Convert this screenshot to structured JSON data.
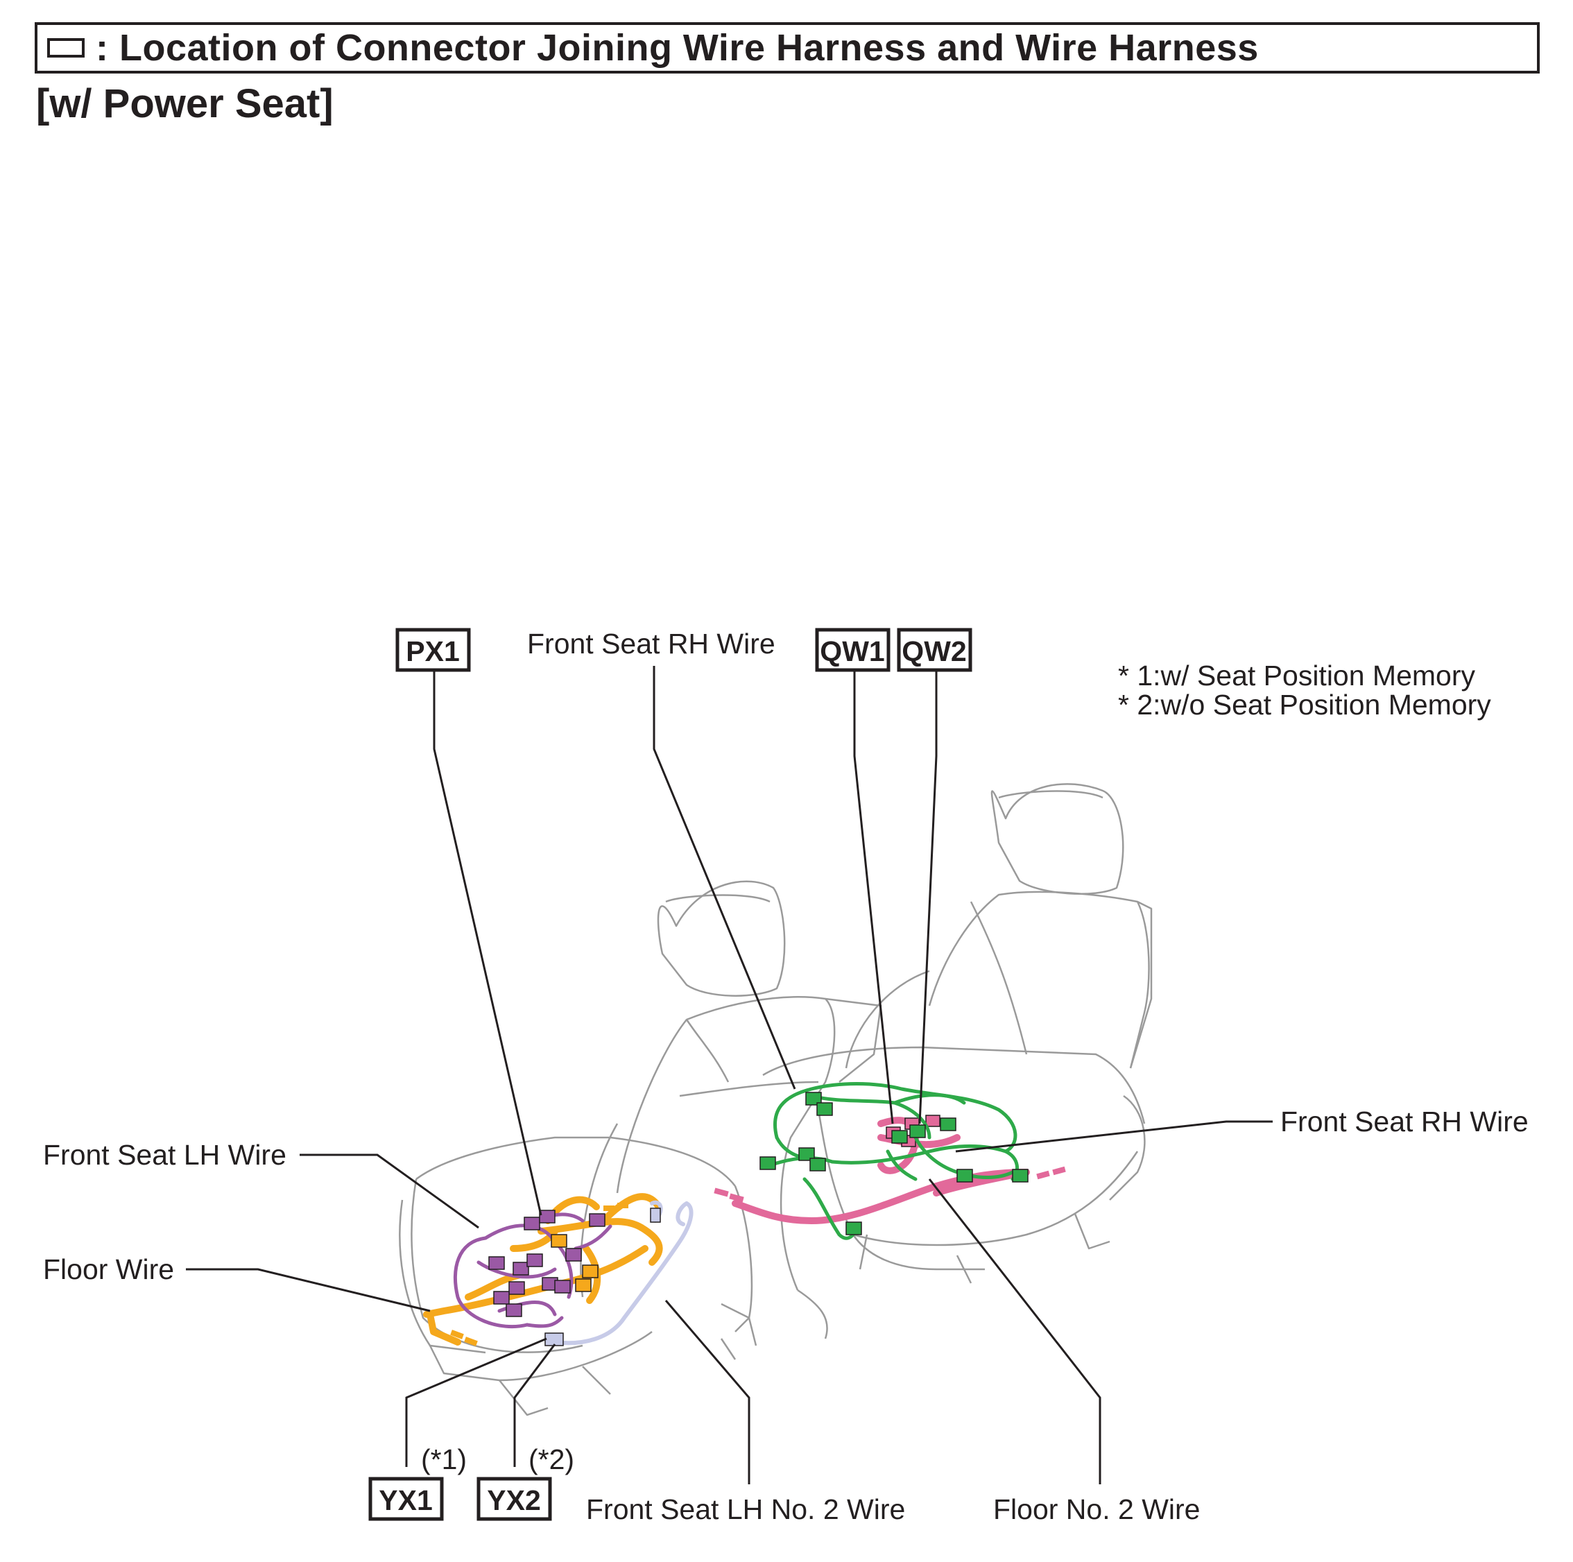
{
  "header": {
    "title": ": Location of Connector Joining Wire Harness and Wire Harness",
    "legend_icon": "connector-location-box-icon"
  },
  "subtitle": "[w/ Power Seat]",
  "notes": [
    "* 1:w/ Seat Position Memory",
    "* 2:w/o Seat Position Memory"
  ],
  "connectors": {
    "px1": "PX1",
    "qw1": "QW1",
    "qw2": "QW2",
    "yx1": "YX1",
    "yx2": "YX2",
    "yx1_note": "(*1)",
    "yx2_note": "(*2)"
  },
  "labels": {
    "front_seat_rh_wire_top": "Front Seat RH Wire",
    "front_seat_rh_wire_right": "Front Seat RH Wire",
    "front_seat_lh_wire": "Front Seat LH Wire",
    "floor_wire": "Floor Wire",
    "front_seat_lh_no2_wire": "Front Seat LH No. 2 Wire",
    "floor_no2_wire": "Floor No. 2 Wire"
  },
  "colors": {
    "floor_wire": "#f5a81c",
    "front_seat_lh_wire": "#9b59a5",
    "front_seat_lh_no2_wire": "#c7cbe8",
    "front_seat_rh_wire": "#2eaa49",
    "floor_no2_wire": "#e2699a",
    "seat_outline": "#9a9a9a"
  }
}
